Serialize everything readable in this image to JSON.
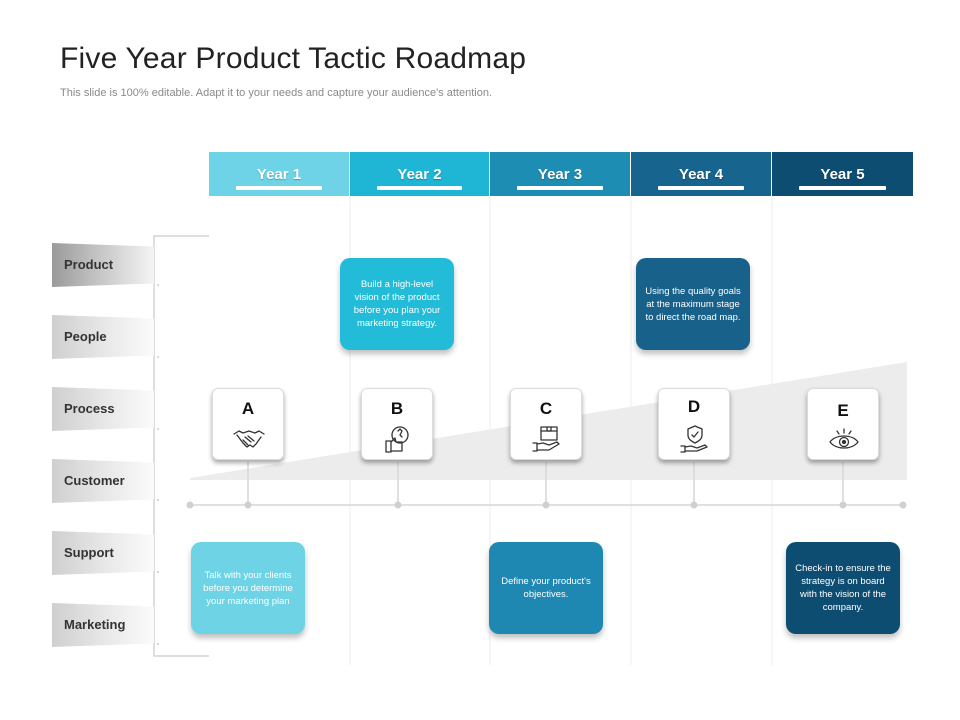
{
  "header": {
    "title": "Five Year Product Tactic Roadmap",
    "subtitle": "This slide is 100% editable. Adapt it to your needs and capture your audience's attention."
  },
  "years": [
    {
      "label": "Year 1",
      "color": "#6ed3e6"
    },
    {
      "label": "Year 2",
      "color": "#1fb5d4"
    },
    {
      "label": "Year 3",
      "color": "#1e8db3"
    },
    {
      "label": "Year 4",
      "color": "#17648f"
    },
    {
      "label": "Year 5",
      "color": "#0e4d72"
    }
  ],
  "rows": [
    "Product",
    "People",
    "Process",
    "Customer",
    "Support",
    "Marketing"
  ],
  "milestones": [
    {
      "letter": "A",
      "icon": "handshake-icon"
    },
    {
      "letter": "B",
      "icon": "thumbs-up-idea-icon"
    },
    {
      "letter": "C",
      "icon": "box-on-hand-icon"
    },
    {
      "letter": "D",
      "icon": "shield-on-hand-icon"
    },
    {
      "letter": "E",
      "icon": "eye-icon"
    }
  ],
  "notes": {
    "top_year2": {
      "text": "Build a high-level vision of the product before you plan your marketing strategy.",
      "color": "#22bcd8"
    },
    "top_year4": {
      "text": "Using the quality goals at the maximum stage to direct the road map.",
      "color": "#17618b"
    },
    "bottom_year1": {
      "text": "Talk with your clients before you determine your marketing plan",
      "color": "#6fd3e6"
    },
    "bottom_year3": {
      "text": "Define your product's objectives.",
      "color": "#1e88b2"
    },
    "bottom_year5": {
      "text": "Check-in to ensure the strategy is on board with the vision of the company.",
      "color": "#0e4d72"
    }
  }
}
